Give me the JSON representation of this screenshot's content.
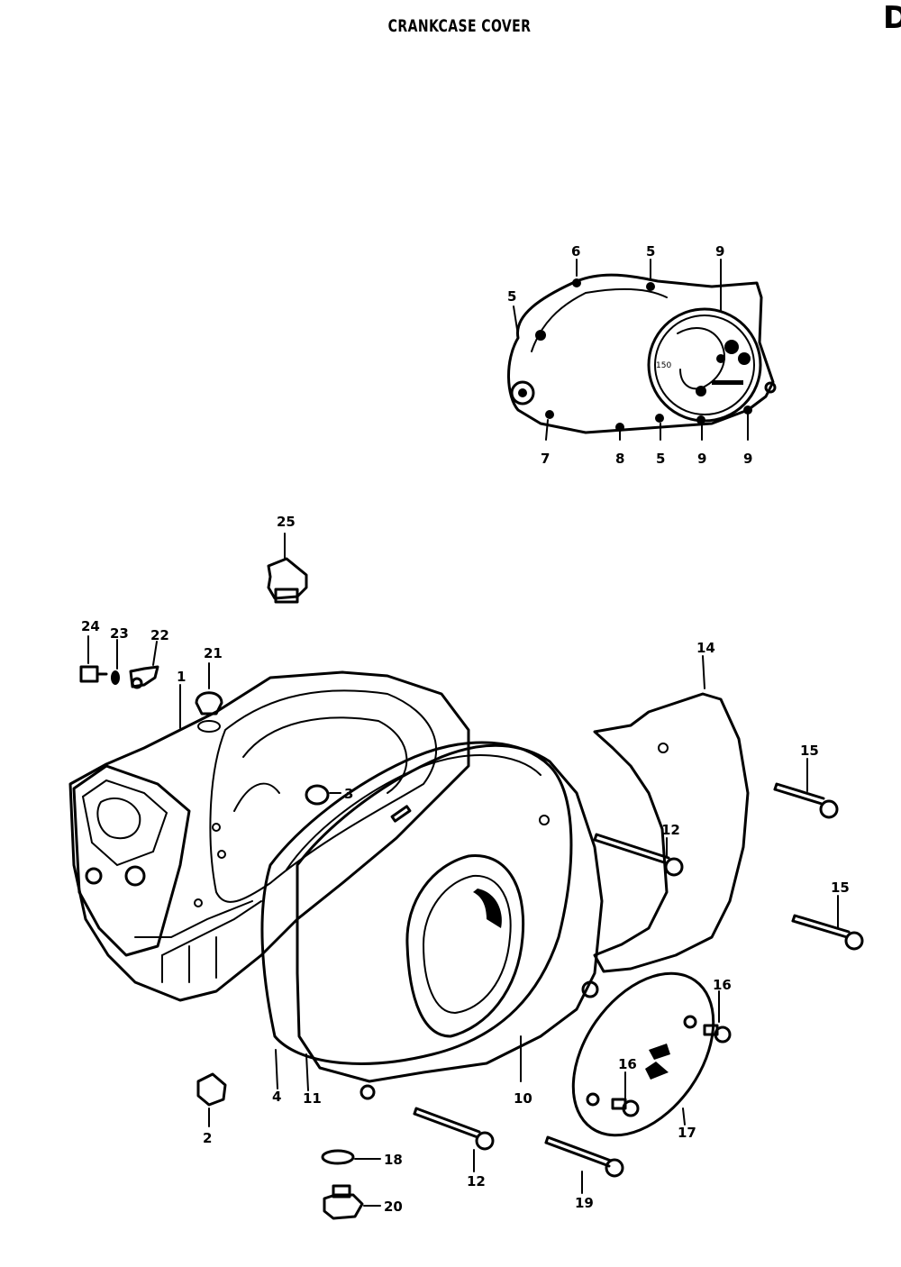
{
  "diagram": {
    "title": "CRANKCASE COVER",
    "corner_letter": "D",
    "inset_labels": {
      "top": [
        "6",
        "5",
        "9"
      ],
      "left": [
        "5"
      ],
      "bottom": [
        "7",
        "8",
        "5",
        "9",
        "9"
      ],
      "cover_mark": "150"
    },
    "main_labels": {
      "p25": "25",
      "p24": "24",
      "p23": "23",
      "p22": "22",
      "p21": "21",
      "p1": "1",
      "p3": "3",
      "p14": "14",
      "p15a": "15",
      "p12a": "12",
      "p15b": "15",
      "p16a": "16",
      "p16b": "16",
      "p17": "17",
      "p4": "4",
      "p11": "11",
      "p10": "10",
      "p2": "2",
      "p18": "18",
      "p20": "20",
      "p12b": "12",
      "p19": "19"
    }
  }
}
